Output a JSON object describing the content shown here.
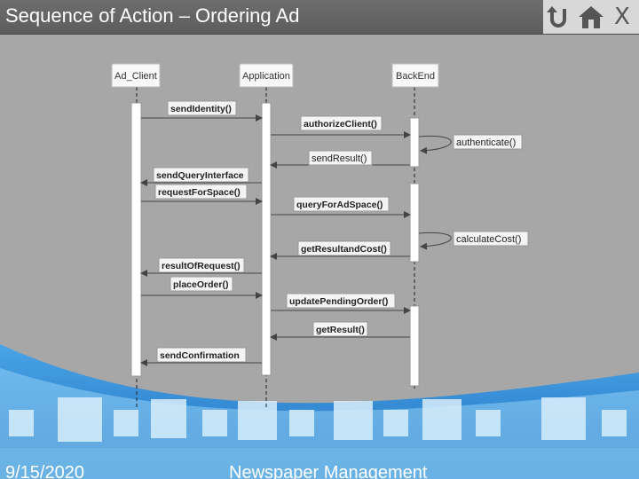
{
  "slide": {
    "title": "Sequence of Action – Ordering Ad",
    "close_label": "X",
    "footer_date": "9/15/2020",
    "footer_title": "Newspaper Management"
  },
  "nav": {
    "back_icon": "return-arrow-icon",
    "home_icon": "home-icon"
  },
  "colors": {
    "title_bar": "#616161",
    "background": "#a7a7a7",
    "lifeline_box": "#ffffff",
    "label_box": "#f4f4f4",
    "arrow": "#444444",
    "wave_blue": "#2e8bd8"
  },
  "diagram": {
    "participants": [
      "Ad_Client",
      "Application",
      "BackEnd"
    ],
    "messages": [
      {
        "label": "sendIdentity()",
        "from": "Ad_Client",
        "to": "Application"
      },
      {
        "label": "authorizeClient()",
        "from": "Application",
        "to": "BackEnd"
      },
      {
        "label": "authenticate()",
        "from": "BackEnd",
        "to": "BackEnd"
      },
      {
        "label": "sendResult()",
        "from": "BackEnd",
        "to": "Application"
      },
      {
        "label": "sendQueryInterface",
        "from": "Application",
        "to": "Ad_Client"
      },
      {
        "label": "requestForSpace()",
        "from": "Ad_Client",
        "to": "Application"
      },
      {
        "label": "queryForAdSpace()",
        "from": "Application",
        "to": "BackEnd"
      },
      {
        "label": "calculateCost()",
        "from": "BackEnd",
        "to": "BackEnd"
      },
      {
        "label": "getResultandCost()",
        "from": "BackEnd",
        "to": "Application"
      },
      {
        "label": "resultOfRequest()",
        "from": "Application",
        "to": "Ad_Client"
      },
      {
        "label": "placeOrder()",
        "from": "Ad_Client",
        "to": "Application"
      },
      {
        "label": "updatePendingOrder()",
        "from": "Application",
        "to": "BackEnd"
      },
      {
        "label": "getResult()",
        "from": "BackEnd",
        "to": "Application"
      },
      {
        "label": "sendConfirmation",
        "from": "Application",
        "to": "Ad_Client"
      }
    ]
  }
}
